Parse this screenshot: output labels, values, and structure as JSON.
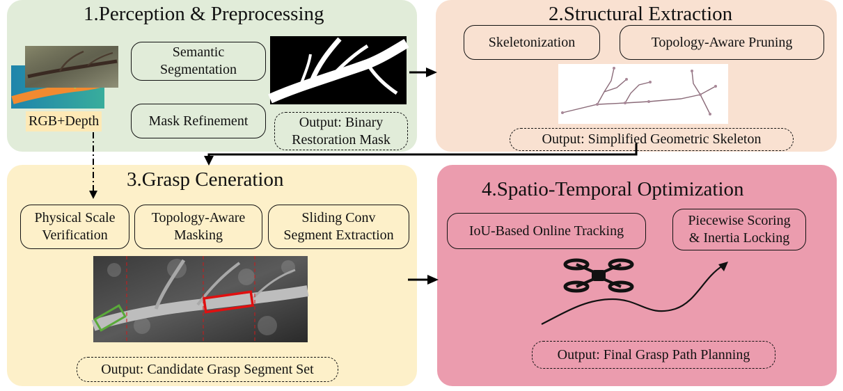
{
  "colors": {
    "panel1": "#e1ecd9",
    "panel2": "#f9e1d1",
    "panel3": "#fdf0c9",
    "panel4": "#eb9cae",
    "depth_tag": "#fde9b6"
  },
  "panels": {
    "p1": {
      "title": "1.Perception & Preprocessing",
      "image_label": "RGB+Depth",
      "box_semantic": [
        "Semantic",
        "Segmentation"
      ],
      "box_refine": "Mask Refinement",
      "output": [
        "Output: Binary",
        "Restoration Mask"
      ]
    },
    "p2": {
      "title": "2.Structural Extraction",
      "box_skeleton": "Skeletonization",
      "box_pruning": "Topology-Aware Pruning",
      "output": "Output: Simplified Geometric Skeleton"
    },
    "p3": {
      "title": "3.Grasp Ceneration",
      "box_scale": [
        "Physical Scale",
        "Verification"
      ],
      "box_masking": [
        "Topology-Aware",
        "Masking"
      ],
      "box_sliding": [
        "Sliding Conv",
        "Segment Extraction"
      ],
      "output": "Output: Candidate Grasp Segment Set"
    },
    "p4": {
      "title": "4.Spatio-Temporal Optimization",
      "box_tracking": "IoU-Based Online Tracking",
      "box_scoring": [
        "Piecewise Scoring",
        "& Inertia Locking"
      ],
      "output": "Output: Final Grasp Path Planning"
    }
  },
  "icons": {
    "photo": "branch-photo-icon",
    "mask": "binary-mask-icon",
    "skeleton": "skeleton-graph-icon",
    "grasp": "grasp-segment-photo-icon",
    "drone": "drone-icon"
  }
}
